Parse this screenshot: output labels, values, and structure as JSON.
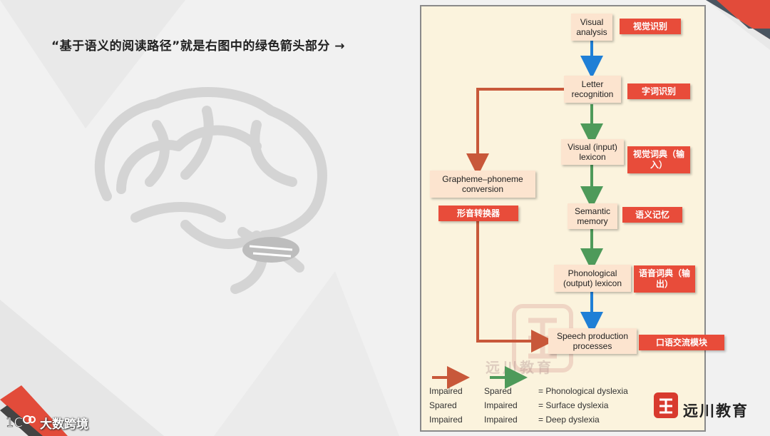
{
  "headline": "“基于语义的阅读路径”就是右图中的绿色箭头部分 →",
  "diagram": {
    "boxes": {
      "visual_analysis": "Visual analysis",
      "letter_recognition": "Letter recognition",
      "visual_input_lexicon": "Visual (input) lexicon",
      "semantic_memory": "Semantic memory",
      "phonological_output_lexicon": "Phonological (output) lexicon",
      "speech_production": "Speech production processes",
      "grapheme_phoneme": "Grapheme–phoneme conversion"
    },
    "tags": {
      "visual_analysis": "视觉识别",
      "letter_recognition": "字词识别",
      "visual_input_lexicon": "视觉词典（输入）",
      "semantic_memory": "语义记忆",
      "phonological_output_lexicon": "语音词典（输出）",
      "speech_production": "口语交流模块",
      "grapheme_phoneme": "形音转换器"
    },
    "arrow_colors": {
      "blue": "#1f7fd6",
      "green": "#4e9a5a",
      "orange": "#c8583a"
    },
    "legend": {
      "rows": [
        {
          "col1": "Impaired",
          "col2": "Spared",
          "result": "= Phonological dyslexia"
        },
        {
          "col1": "Spared",
          "col2": "Impaired",
          "result": "= Surface dyslexia"
        },
        {
          "col1": "Impaired",
          "col2": "Impaired",
          "result": "= Deep dyslexia"
        }
      ]
    },
    "watermark": "远川教育"
  },
  "brand": {
    "name": "远川教育",
    "corner": "大数跨境"
  }
}
